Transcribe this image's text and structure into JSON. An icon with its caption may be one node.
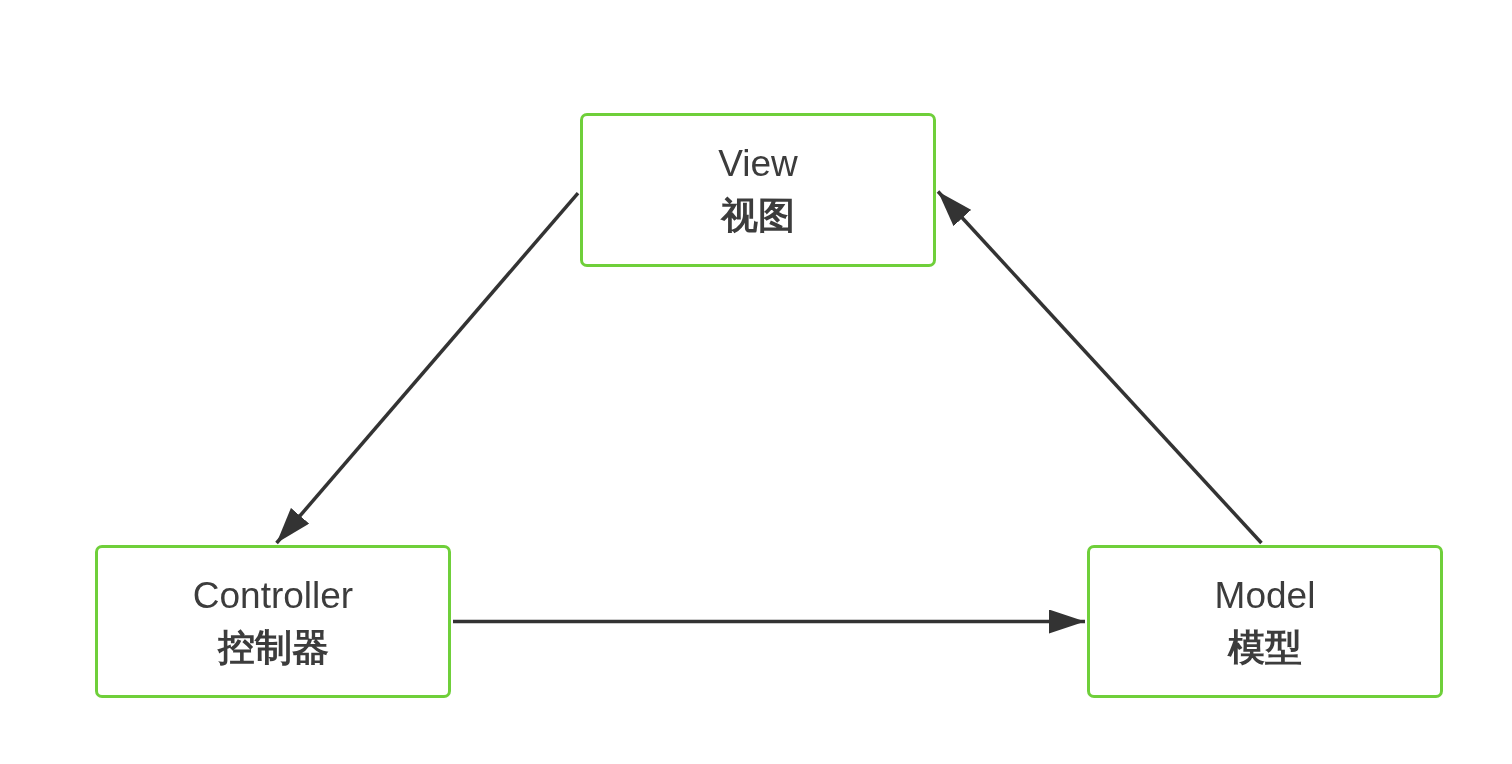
{
  "diagram": {
    "nodes": [
      {
        "text": [
          "View",
          "视图"
        ]
      },
      {
        "text": [
          "Controller",
          "控制器"
        ]
      },
      {
        "text": [
          "Model",
          "模型"
        ]
      }
    ],
    "edges": [
      {
        "from": 0,
        "to": 1,
        "arrow": "to"
      },
      {
        "from": 1,
        "to": 2,
        "arrow": "to"
      },
      {
        "from": 2,
        "to": 0,
        "arrow": "to"
      }
    ]
  }
}
